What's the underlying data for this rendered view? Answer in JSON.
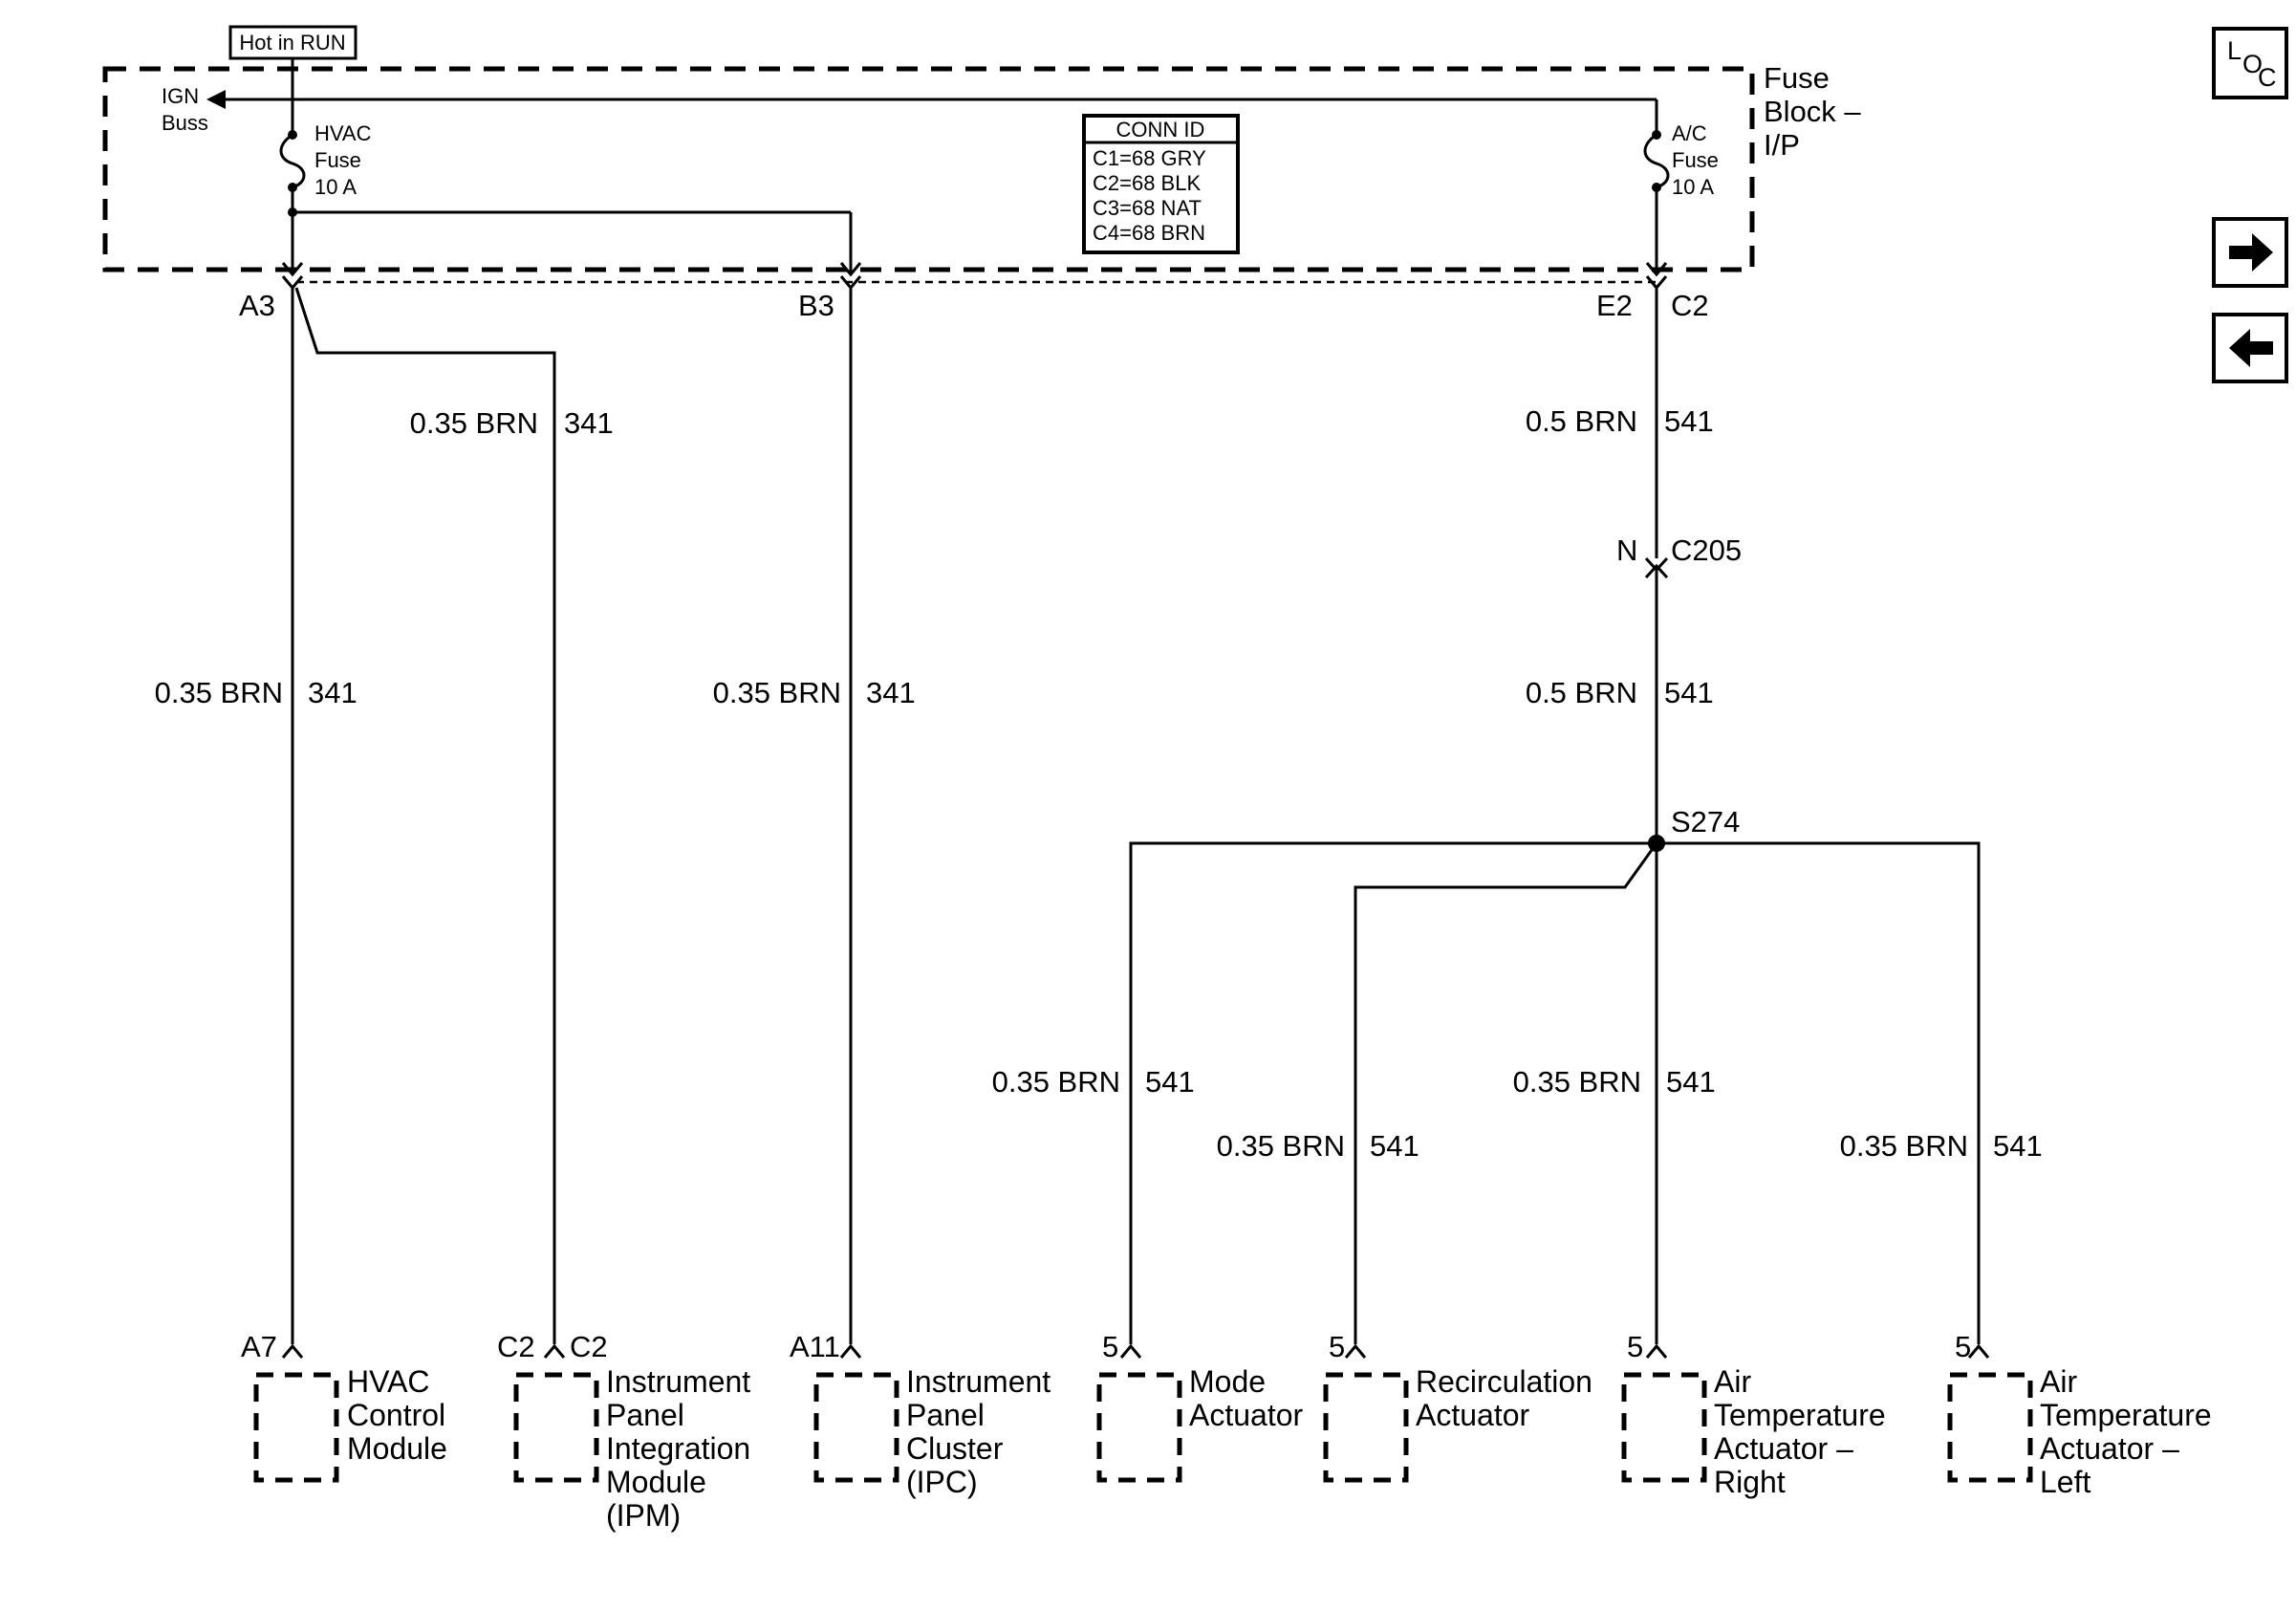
{
  "header": {
    "hot_in_run": "Hot in RUN",
    "fuse_block": [
      "Fuse",
      "Block –",
      "I/P"
    ],
    "ign_buss": [
      "IGN",
      "Buss"
    ],
    "hvac_fuse": [
      "HVAC",
      "Fuse",
      "10 A"
    ],
    "ac_fuse": [
      "A/C",
      "Fuse",
      "10 A"
    ]
  },
  "conn_id": {
    "title": "CONN ID",
    "rows": [
      "C1=68 GRY",
      "C2=68 BLK",
      "C3=68 NAT",
      "C4=68 BRN"
    ]
  },
  "nav": {
    "loc_letters": [
      "L",
      "O",
      "C"
    ],
    "next_icon": "arrow-right-icon",
    "prev_icon": "arrow-left-icon"
  },
  "pins": {
    "a3": "A3",
    "b3": "B3",
    "e2": "E2",
    "c2_top": "C2",
    "c205_pin": "N",
    "c205": "C205",
    "splice": "S274"
  },
  "wire_labels": {
    "ipm_feed": [
      "0.35 BRN",
      "341"
    ],
    "ac_upper": [
      "0.5 BRN",
      "541"
    ],
    "ac_lower": [
      "0.5 BRN",
      "541"
    ],
    "hvac_cm": [
      "0.35 BRN",
      "341"
    ],
    "ipc": [
      "0.35 BRN",
      "341"
    ],
    "mode": [
      "0.35 BRN",
      "541"
    ],
    "recirc": [
      "0.35 BRN",
      "541"
    ],
    "air_right": [
      "0.35 BRN",
      "541"
    ],
    "air_left": [
      "0.35 BRN",
      "541"
    ]
  },
  "components": {
    "hvac_cm": {
      "pin": "A7",
      "name": [
        "HVAC",
        "Control",
        "Module"
      ]
    },
    "ipm": {
      "conn": "C2",
      "pin": "C2",
      "name": [
        "Instrument",
        "Panel",
        "Integration",
        "Module",
        "(IPM)"
      ]
    },
    "ipc": {
      "pin": "A11",
      "name": [
        "Instrument",
        "Panel",
        "Cluster",
        "(IPC)"
      ]
    },
    "mode": {
      "pin": "5",
      "name": [
        "Mode",
        "Actuator"
      ]
    },
    "recirc": {
      "pin": "5",
      "name": [
        "Recirculation",
        "Actuator"
      ]
    },
    "air_right": {
      "pin": "5",
      "name": [
        "Air",
        "Temperature",
        "Actuator –",
        "Right"
      ]
    },
    "air_left": {
      "pin": "5",
      "name": [
        "Air",
        "Temperature",
        "Actuator –",
        "Left"
      ]
    }
  }
}
